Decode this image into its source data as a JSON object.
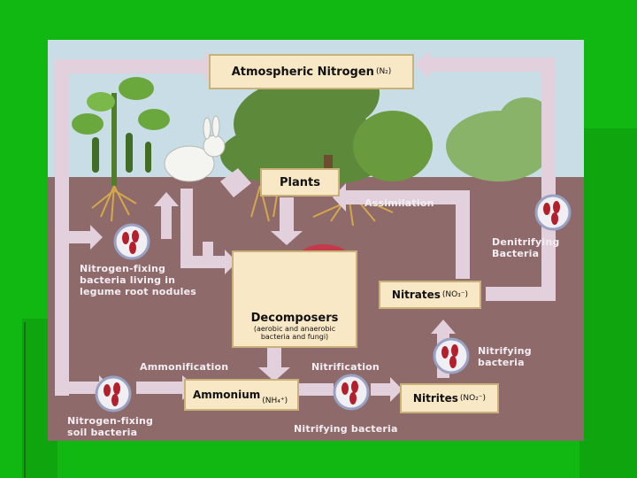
{
  "nodes": {
    "atmospheric_nitrogen": {
      "label": "Atmospheric Nitrogen",
      "formula": "(N₂)"
    },
    "plants": {
      "label": "Plants"
    },
    "decomposers": {
      "label": "Decomposers",
      "detail_line1": "(aerobic and anaerobic",
      "detail_line2": "bacteria and fungi)"
    },
    "nitrates": {
      "label": "Nitrates",
      "formula": "(NO₃⁻)"
    },
    "ammonium": {
      "label": "Ammonium",
      "formula": "(NH₄⁺)"
    },
    "nitrites": {
      "label": "Nitrites",
      "formula": "(NO₂⁻)"
    }
  },
  "labels": {
    "assimilation": "Assimilation",
    "denitrifying_line1": "Denitrifying",
    "denitrifying_line2": "Bacteria",
    "nitrogen_fixing_nodules_line1": "Nitrogen-fixing",
    "nitrogen_fixing_nodules_line2": "bacteria living in",
    "nitrogen_fixing_nodules_line3": "legume root nodules",
    "ammonification": "Ammonification",
    "nitrification": "Nitrification",
    "nitrifying_bacteria_line1": "Nitrifying",
    "nitrifying_bacteria_line2": "bacteria",
    "nitrogen_fixing_soil_line1": "Nitrogen-fixing",
    "nitrogen_fixing_soil_line2": "soil bacteria",
    "nitrifying_bacteria_bottom": "Nitrifying bacteria"
  },
  "colors": {
    "slide_background": "#12b812",
    "sky": "#c8dde6",
    "soil": "#8f6a6b",
    "arrow": "#e2d0dc",
    "node_box": "#f8e8c6",
    "bacteria": "#b3202c"
  }
}
